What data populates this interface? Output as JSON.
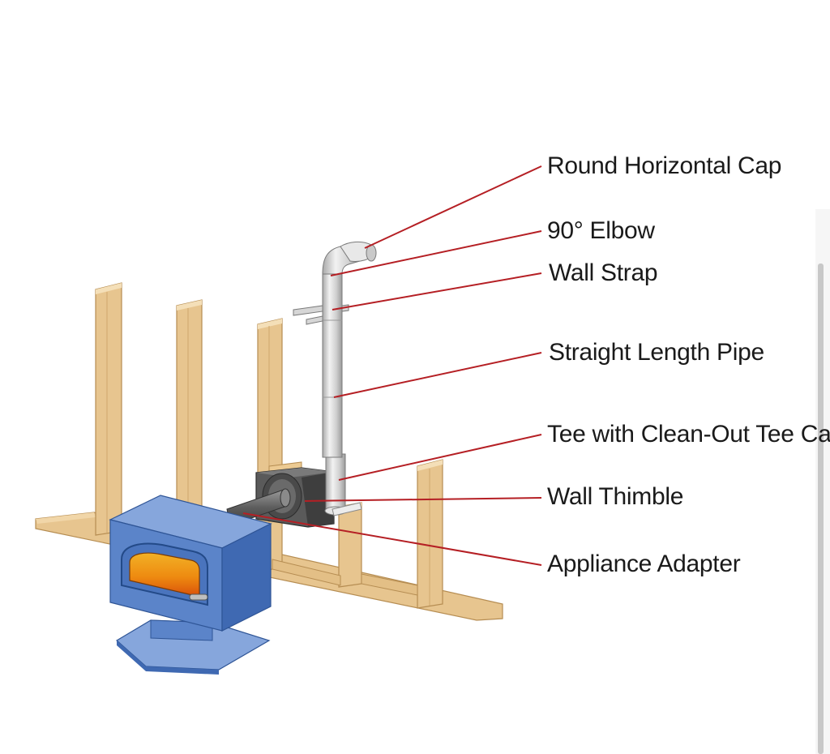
{
  "diagram": {
    "labels": [
      {
        "id": "round-horizontal-cap",
        "text": "Round Horizontal Cap"
      },
      {
        "id": "elbow-90",
        "text": "90° Elbow"
      },
      {
        "id": "wall-strap",
        "text": "Wall Strap"
      },
      {
        "id": "straight-length-pipe",
        "text": "Straight Length Pipe"
      },
      {
        "id": "tee-clean-out",
        "text": "Tee with Clean-Out Tee Cap"
      },
      {
        "id": "wall-thimble",
        "text": "Wall Thimble"
      },
      {
        "id": "appliance-adapter",
        "text": "Appliance Adapter"
      }
    ],
    "colors": {
      "leader": "#b51f24",
      "stove_front": "#5b84c9",
      "stove_side": "#3f69b2",
      "stove_top": "#86a6dc",
      "fire_glow": "#f6a413",
      "wood": "#e7c58f",
      "wood_dark": "#c9a063",
      "pipe": "#d9d9d9",
      "thimble": "#5a5a5a"
    }
  }
}
